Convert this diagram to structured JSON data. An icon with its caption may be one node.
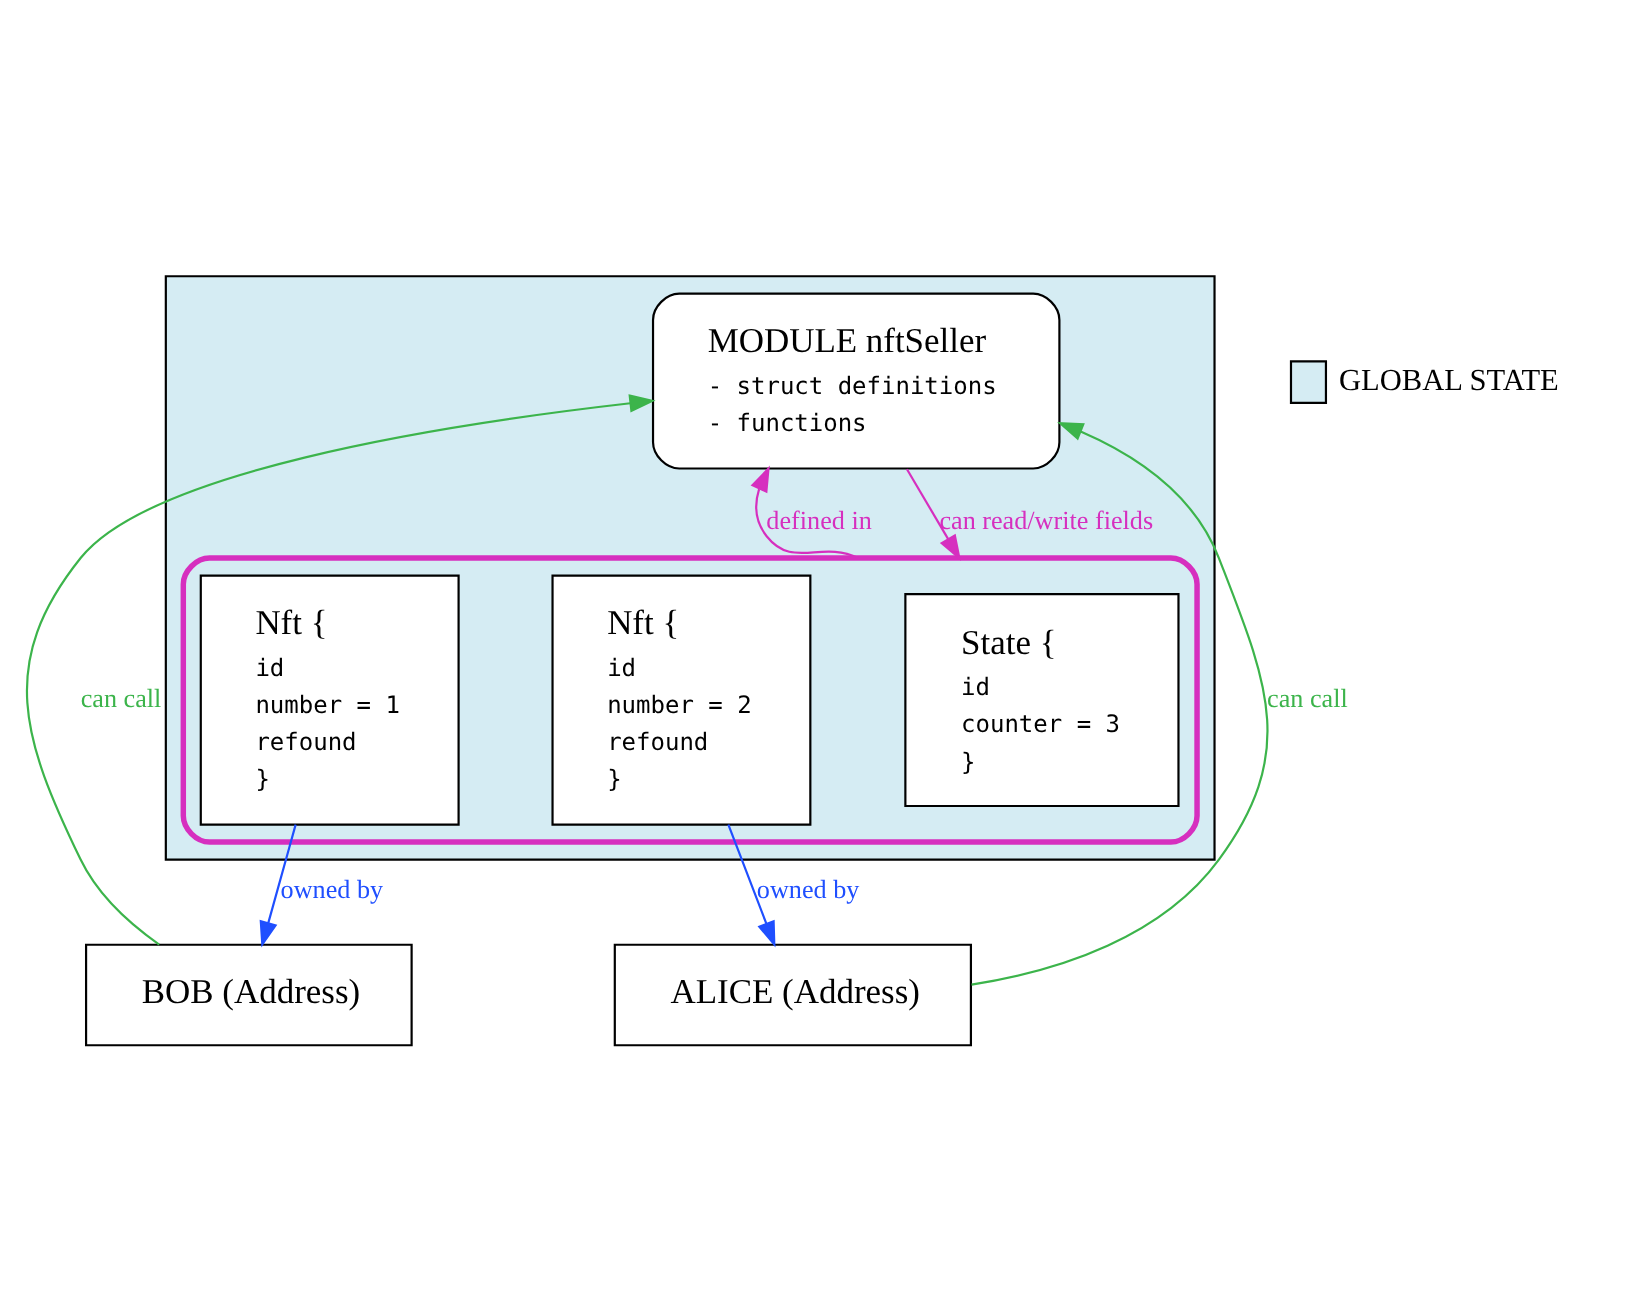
{
  "diagram": {
    "nodes": [
      {
        "text": [],
        "shape": "box"
      },
      {
        "text": [
          "MODULE nftSeller",
          "- struct definitions",
          "- functions"
        ],
        "in": 0
      },
      {
        "text": [],
        "shape": "box",
        "in": 0
      },
      {
        "text": [
          "State {",
          "id",
          "counter = 3",
          "}"
        ],
        "in": 2
      },
      {
        "text": [
          "Nft {",
          "id",
          "number = 2",
          "refound",
          "}"
        ],
        "in": 2
      },
      {
        "text": [
          "Nft {",
          "id",
          "number = 1",
          "refound",
          "}"
        ],
        "in": 2
      },
      {
        "text": [
          "BOB (Address)"
        ]
      },
      {
        "text": [
          "ALICE (Address)"
        ]
      }
    ],
    "edges": [
      {
        "from": 6,
        "to": 1,
        "arrow": "to",
        "label": "can call",
        "color": "#3cb44b"
      },
      {
        "from": 7,
        "to": 1,
        "arrow": "to",
        "label": "can call",
        "color": "#3cb44b"
      },
      {
        "from": 2,
        "to": 1,
        "arrow": "to",
        "label": "defined in",
        "color": "#d62fbf"
      },
      {
        "from": 1,
        "to": 2,
        "arrow": "to",
        "label": "can read/write fields",
        "color": "#d62fbf"
      },
      {
        "from": 4,
        "to": 7,
        "arrow": "to",
        "label": "owned by",
        "color": "#1f4fff"
      },
      {
        "from": 5,
        "to": 6,
        "arrow": "to",
        "label": "owned by",
        "color": "#1f4fff"
      }
    ],
    "legend": [
      {
        "text": "GLOBAL STATE",
        "color": "#d5ecf3"
      }
    ]
  }
}
